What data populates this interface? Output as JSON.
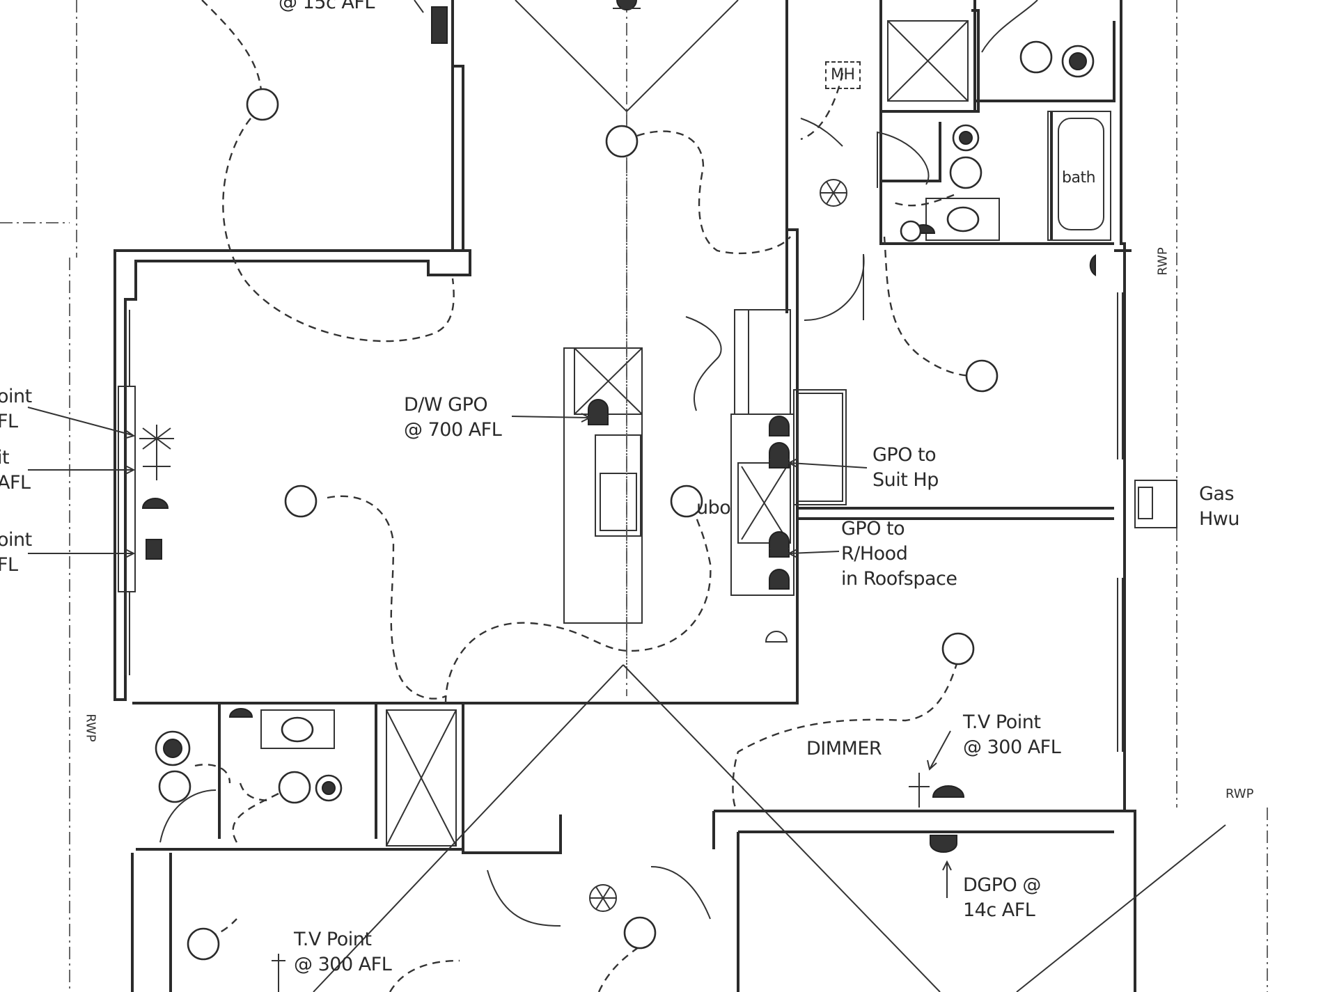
{
  "labels": {
    "top_note": "@ 15c AFL",
    "dw_gpo_line1": "D/W GPO",
    "dw_gpo_line2": "@ 700 AFL",
    "mh": "MH",
    "bath": "bath",
    "uo": "ubo",
    "gpo_suit_line1": "GPO to",
    "gpo_suit_line2": "Suit Hp",
    "gas_line1": "Gas",
    "gas_line2": "Hwu",
    "gpo_hood_line1": "GPO to",
    "gpo_hood_line2": "R/Hood",
    "gpo_hood_line3": "in Roofspace",
    "dimmer": "DIMMER",
    "tv_right_line1": "T.V Point",
    "tv_right_line2": "@ 300 AFL",
    "dgpo_line1": "DGPO @",
    "dgpo_line2": "14c AFL",
    "tv_bottom_line1": "T.V Point",
    "tv_bottom_line2": "@ 300 AFL",
    "left_1_line1": "oint",
    "left_1_line2": "FL",
    "left_2_line1": "it",
    "left_2_line2": "AFL",
    "left_3_line1": "oint",
    "left_3_line2": "FL",
    "rwp_right": "RWP",
    "rwp_left": "RWP",
    "rwp_bottom": "RWP"
  }
}
